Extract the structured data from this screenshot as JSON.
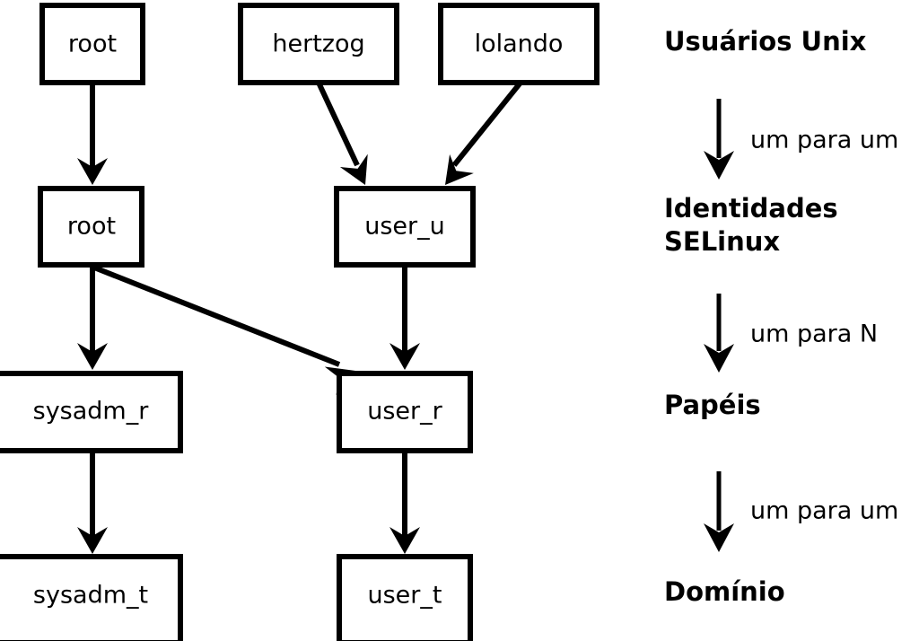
{
  "diagram": {
    "title": "SELinux user / role / domain mapping",
    "colors": {
      "stroke": "#000000",
      "fill": "#ffffff",
      "background": "#ffffff"
    },
    "nodes": [
      {
        "id": "unix-root",
        "label": "root",
        "layer": "unix-users"
      },
      {
        "id": "unix-hertzog",
        "label": "hertzog",
        "layer": "unix-users"
      },
      {
        "id": "unix-lolando",
        "label": "lolando",
        "layer": "unix-users"
      },
      {
        "id": "ident-root",
        "label": "root",
        "layer": "selinux-identities"
      },
      {
        "id": "ident-user-u",
        "label": "user_u",
        "layer": "selinux-identities"
      },
      {
        "id": "role-sysadm",
        "label": "sysadm_r",
        "layer": "roles"
      },
      {
        "id": "role-user",
        "label": "user_r",
        "layer": "roles"
      },
      {
        "id": "domain-sysadm",
        "label": "sysadm_t",
        "layer": "domains"
      },
      {
        "id": "domain-user",
        "label": "user_t",
        "layer": "domains"
      }
    ],
    "edges": [
      {
        "from": "unix-root",
        "to": "ident-root"
      },
      {
        "from": "unix-hertzog",
        "to": "ident-user-u"
      },
      {
        "from": "unix-lolando",
        "to": "ident-user-u"
      },
      {
        "from": "ident-root",
        "to": "role-sysadm"
      },
      {
        "from": "ident-root",
        "to": "role-user"
      },
      {
        "from": "ident-user-u",
        "to": "role-user"
      },
      {
        "from": "role-sysadm",
        "to": "domain-sysadm"
      },
      {
        "from": "role-user",
        "to": "domain-user"
      }
    ]
  },
  "legend": {
    "levels": [
      {
        "id": "unix-users",
        "label": "Usuários Unix"
      },
      {
        "id": "selinux-identities",
        "label_line1": "Identidades",
        "label_line2": "SELinux"
      },
      {
        "id": "roles",
        "label": "Papéis"
      },
      {
        "id": "domains",
        "label": "Domínio"
      }
    ],
    "relations": [
      {
        "id": "rel-1",
        "label": "um para um"
      },
      {
        "id": "rel-2",
        "label": "um para N"
      },
      {
        "id": "rel-3",
        "label": "um para um"
      }
    ]
  }
}
